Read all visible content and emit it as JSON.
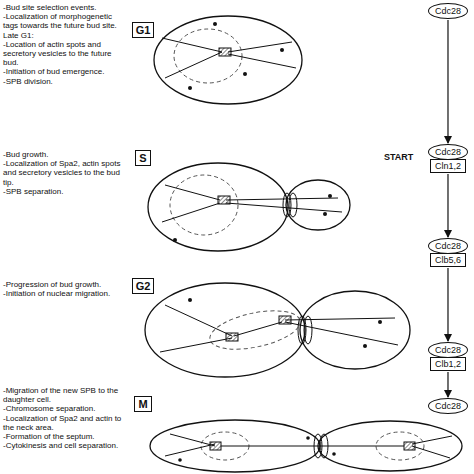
{
  "diagram": {
    "nodes": [
      {
        "text": [
          "G1"
        ]
      },
      {
        "text": [
          "S"
        ]
      },
      {
        "text": [
          "G2"
        ]
      },
      {
        "text": [
          "M"
        ]
      },
      {
        "text": [
          "Cdc28"
        ]
      },
      {
        "text": [
          "Cdc28",
          "Cln1,2"
        ]
      },
      {
        "text": [
          "Cdc28",
          "Clb5,6"
        ]
      },
      {
        "text": [
          "Cdc28",
          "Clb1,2"
        ]
      },
      {
        "text": [
          "Cdc28"
        ]
      }
    ],
    "edges": [
      {
        "from": 4,
        "to": 5,
        "arrow": "to"
      },
      {
        "from": 5,
        "to": 6,
        "arrow": "to"
      },
      {
        "from": 6,
        "to": 7,
        "arrow": "to"
      },
      {
        "from": 7,
        "to": 8,
        "arrow": "to"
      }
    ],
    "labels": [
      "-Bud site selection events.",
      "-Localization of morphogenetic tags towards the future bud site.",
      "Late G1:",
      "-Location of actin spots and secretory vesicles to the future bud.",
      "-Initiation of bud emergence.",
      "-SPB division.",
      "-Bud growth.",
      "-Localization of Spa2, actin spots and secretory vesicles to the bud tip.",
      "-SPB separation.",
      "-Progression of bud growth.",
      "-Initiation of nuclear migration.",
      "-Migration of the new SPB to the daughter cell.",
      "-Chromosome separation.",
      "-Localization of Spa2 and actin to the neck area.",
      "-Formation of the septum.",
      "-Cytokinesis and cell separation.",
      "START"
    ]
  }
}
